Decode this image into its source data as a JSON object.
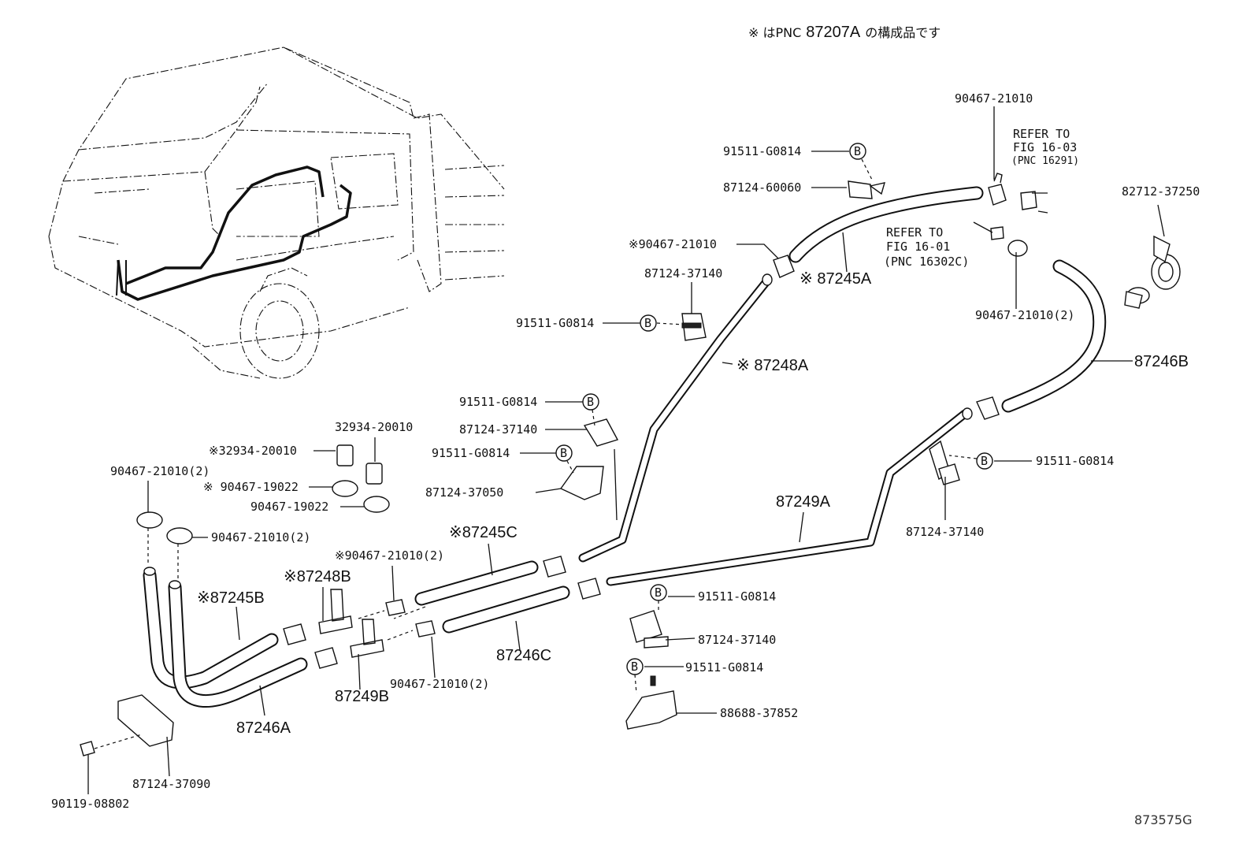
{
  "note": {
    "prefix": "※ は",
    "pnc_label": "PNC",
    "pnc": "87207A",
    "suffix": "の構成品です"
  },
  "refer_1603": [
    "REFER TO",
    "FIG 16-03",
    "(PNC 16291)"
  ],
  "refer_1601": [
    "REFER TO",
    "FIG 16-01",
    "(PNC 16302C)"
  ],
  "labels": {
    "l_90467_21010_top": "90467-21010",
    "l_91511_g0814_a": "91511-G0814",
    "l_87124_60060": "87124-60060",
    "l_90467_21010_star": "※90467-21010",
    "l_87245a": "※ 87245A",
    "l_87124_37140_a": "87124-37140",
    "l_91511_g0814_b": "91511-G0814",
    "l_87248a": "※ 87248A",
    "l_82712_37250": "82712-37250",
    "l_90467_21010_2_r": "90467-21010(2)",
    "l_87246b": "87246B",
    "l_91511_g0814_c": "91511-G0814",
    "l_87124_37140_b": "87124-37140",
    "l_91511_g0814_d": "91511-G0814",
    "l_87124_37050": "87124-37050",
    "l_32934_20010": "32934-20010",
    "l_32934_20010_star": "※32934-20010",
    "l_90467_19022_star": "※ 90467-19022",
    "l_90467_19022": "90467-19022",
    "l_90467_21010_2_lt": "90467-21010(2)",
    "l_90467_21010_2_l": "90467-21010(2)",
    "l_90467_21010_2_star": "※90467-21010(2)",
    "l_87245c": "※87245C",
    "l_87248b": "※87248B",
    "l_87245b": "※87245B",
    "l_87249a": "87249A",
    "l_91511_g0814_e": "91511-G0814",
    "l_87124_37140_c": "87124-37140",
    "l_91511_g0814_f": "91511-G0814",
    "l_87124_37140_d": "87124-37140",
    "l_91511_g0814_g": "91511-G0814",
    "l_88688_37852": "88688-37852",
    "l_87246c": "87246C",
    "l_90467_21010_2_b": "90467-21010(2)",
    "l_87249b": "87249B",
    "l_87246a": "87246A",
    "l_87124_37090": "87124-37090",
    "l_90119_08802": "90119-08802"
  },
  "bolt_marker": "B",
  "figure_id": "873575G"
}
